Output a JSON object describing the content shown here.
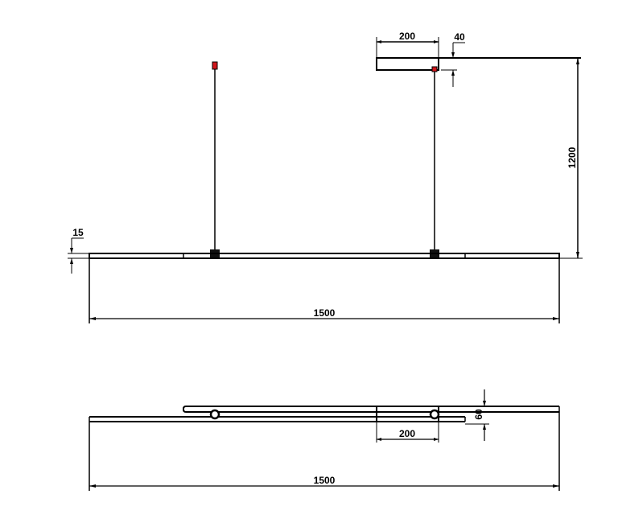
{
  "drawing": {
    "front_view": {
      "suspension_height": "1200",
      "profile_height": "15",
      "total_length": "1500",
      "canopy_width": "200",
      "canopy_height": "40"
    },
    "top_view": {
      "canopy_width": "200",
      "width": "60",
      "total_length": "1500"
    },
    "colors": {
      "line": "#000000",
      "cable_grip": "#d0161b",
      "background": "#ffffff"
    }
  }
}
